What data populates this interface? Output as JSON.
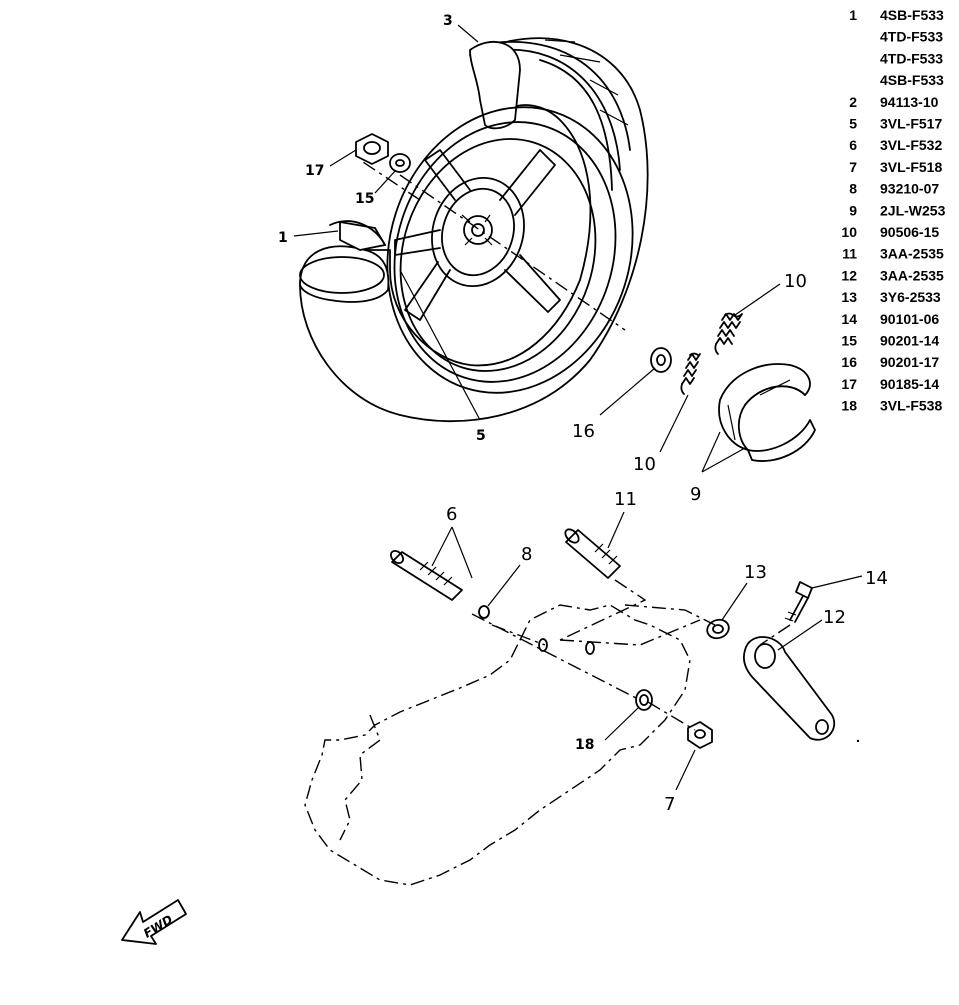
{
  "callouts": {
    "c1": "1",
    "c3": "3",
    "c5": "5",
    "c6": "6",
    "c7": "7",
    "c8": "8",
    "c9": "9",
    "c10a": "10",
    "c10b": "10",
    "c11": "11",
    "c12": "12",
    "c13": "13",
    "c14": "14",
    "c15": "15",
    "c16": "16",
    "c17": "17",
    "c18": "18"
  },
  "parts_list": [
    {
      "num": "1",
      "code": "4SB-F533"
    },
    {
      "num": "",
      "code": "4TD-F533"
    },
    {
      "num": "",
      "code": "4TD-F533"
    },
    {
      "num": "",
      "code": "4SB-F533"
    },
    {
      "num": "2",
      "code": "94113-10"
    },
    {
      "num": "5",
      "code": "3VL-F517"
    },
    {
      "num": "6",
      "code": "3VL-F532"
    },
    {
      "num": "7",
      "code": "3VL-F518"
    },
    {
      "num": "8",
      "code": "93210-07"
    },
    {
      "num": "9",
      "code": "2JL-W253"
    },
    {
      "num": "10",
      "code": "90506-15"
    },
    {
      "num": "11",
      "code": "3AA-2535"
    },
    {
      "num": "12",
      "code": "3AA-2535"
    },
    {
      "num": "13",
      "code": "3Y6-2533"
    },
    {
      "num": "14",
      "code": "90101-06"
    },
    {
      "num": "15",
      "code": "90201-14"
    },
    {
      "num": "16",
      "code": "90201-17"
    },
    {
      "num": "17",
      "code": "90185-14"
    },
    {
      "num": "18",
      "code": "3VL-F538"
    }
  ],
  "fwd_label": "FWD",
  "icons": {
    "fwd": "fwd-arrow-icon"
  }
}
